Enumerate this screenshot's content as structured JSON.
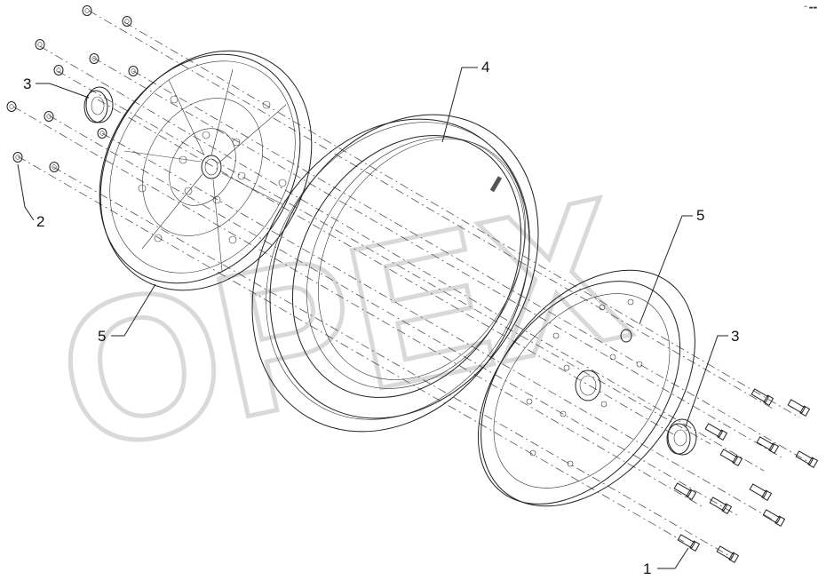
{
  "watermark": "OPEX",
  "corner_mark": "ᵃᵇ ▬▬",
  "callouts": [
    {
      "id": "c1",
      "label": "1"
    },
    {
      "id": "c2",
      "label": "2"
    },
    {
      "id": "c3a",
      "label": "3"
    },
    {
      "id": "c3b",
      "label": "3"
    },
    {
      "id": "c4",
      "label": "4"
    },
    {
      "id": "c5a",
      "label": "5"
    },
    {
      "id": "c5b",
      "label": "5"
    }
  ]
}
